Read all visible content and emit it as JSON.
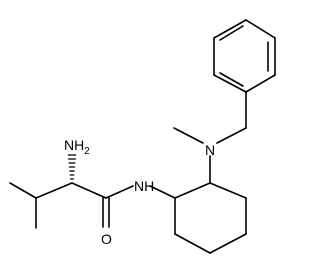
{
  "molecule": {
    "atoms": {
      "amino": {
        "symbol": "NH",
        "subscript": "2"
      },
      "amide_nitrogen": {
        "symbol": "N",
        "hydrogen": "H"
      },
      "carbonyl_oxygen": {
        "symbol": "O"
      },
      "tertiary_amine": {
        "symbol": "N"
      }
    }
  }
}
